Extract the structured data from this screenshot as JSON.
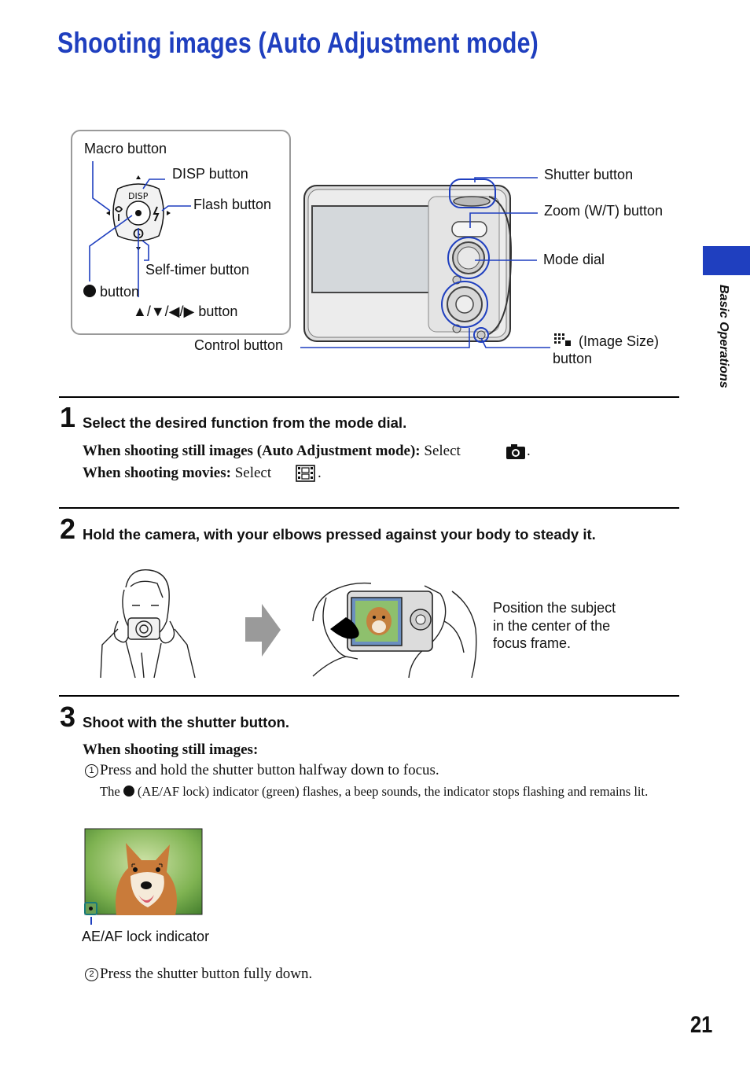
{
  "page": {
    "title": "Shooting images (Auto Adjustment mode)",
    "side_tab_label": "Basic Operations",
    "page_number": "21"
  },
  "diagram": {
    "macro_button": "Macro button",
    "disp_button": "DISP button",
    "flash_button": "Flash button",
    "self_timer_button": "Self-timer button",
    "center_button": "button",
    "arrow_buttons": "▲/▼/◀/▶ button",
    "control_button": "Control button",
    "shutter_button": "Shutter button",
    "zoom_button": "Zoom (W/T) button",
    "mode_dial": "Mode dial",
    "image_size_button_line1": "(Image Size)",
    "image_size_button_line2": "button",
    "disp_glyph": "DISP"
  },
  "step1": {
    "number": "1",
    "heading": "Select the desired function from the mode dial.",
    "still_label": "When shooting still images (Auto Adjustment mode):",
    "still_text": "Select",
    "movie_label": "When shooting movies:",
    "movie_text": "Select"
  },
  "step2": {
    "number": "2",
    "heading": "Hold the camera, with your elbows pressed against your body to steady it.",
    "caption": [
      "Position the subject",
      "in the center of the",
      "focus frame."
    ]
  },
  "step3": {
    "number": "3",
    "heading": "Shoot with the shutter button.",
    "still_label": "When shooting still images:",
    "sub1_num": "1",
    "sub1_text": "Press and hold the shutter button halfway down to focus.",
    "note_prefix": "The",
    "note_text": "(AE/AF lock) indicator (green) flashes, a beep sounds, the indicator stops flashing and remains lit.",
    "indicator_label": "AE/AF lock indicator",
    "sub2_num": "2",
    "sub2_text": "Press the shutter button fully down."
  },
  "colors": {
    "title_blue": "#1f3fbf",
    "side_tab_blue": "#1f3fbf",
    "indicator_green": "#3a7d2a",
    "indicator_frame": "#1a7a7a"
  },
  "icons": [
    "camera-icon",
    "movie-icon",
    "image-size-icon",
    "bullet-circle-icon",
    "arrow-right-icon"
  ]
}
